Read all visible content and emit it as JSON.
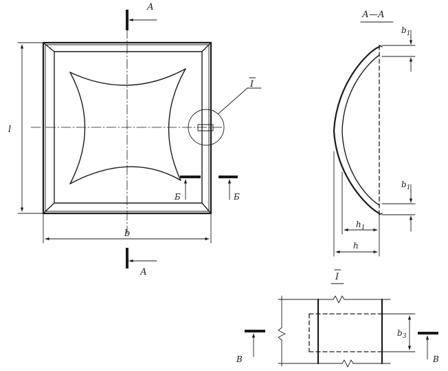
{
  "labels": {
    "section_a": "А",
    "section_a_title": "А—А",
    "section_b": "Б",
    "section_v": "В",
    "detail": "I",
    "dim_b": "b",
    "dim_l": "l",
    "dim_b1": "b",
    "dim_b1_sub": "1",
    "dim_h": "h",
    "dim_h1": "h",
    "dim_h1_sub": "1",
    "dim_b3": "b",
    "dim_b3_sub": "3"
  }
}
